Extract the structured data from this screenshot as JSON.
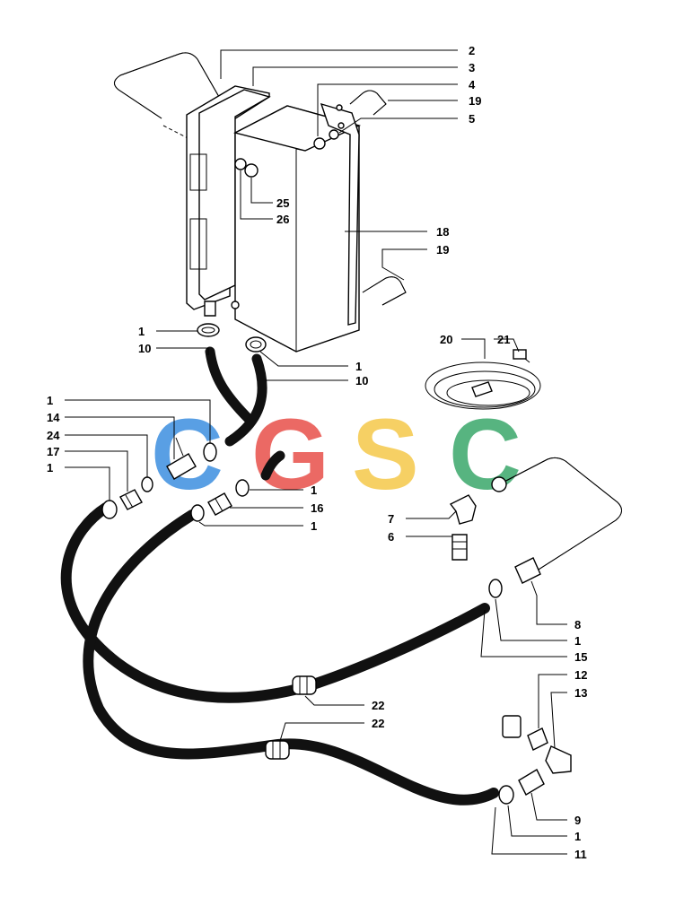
{
  "watermark": {
    "letters": [
      "C",
      "G",
      "S",
      "C"
    ],
    "colors": [
      "#3d8fe0",
      "#e8504a",
      "#f5c84a",
      "#3aa86b"
    ]
  },
  "callouts": {
    "c2": "2",
    "c3": "3",
    "c4": "4",
    "c19a": "19",
    "c5": "5",
    "c25": "25",
    "c26": "26",
    "c18": "18",
    "c19b": "19",
    "c20": "20",
    "c21": "21",
    "c1a": "1",
    "c10a": "10",
    "c1b": "1",
    "c10b": "10",
    "c1c": "1",
    "c14": "14",
    "c24": "24",
    "c17": "17",
    "c1d": "1",
    "c1e": "1",
    "c16": "16",
    "c1f": "1",
    "c7": "7",
    "c6": "6",
    "c8": "8",
    "c1g": "1",
    "c15": "15",
    "c22a": "22",
    "c22b": "22",
    "c12": "12",
    "c13": "13",
    "c9": "9",
    "c1h": "1",
    "c11": "11"
  }
}
